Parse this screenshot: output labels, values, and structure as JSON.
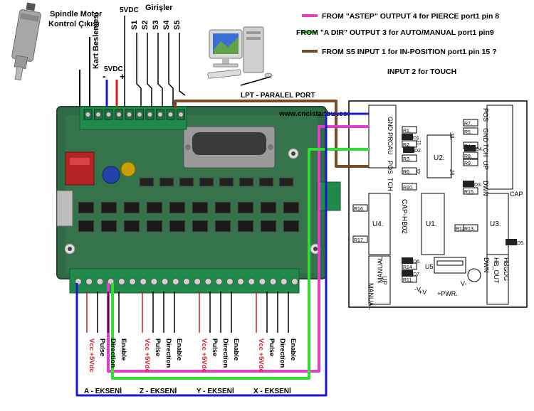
{
  "spindle": {
    "title": "Spindle Motor",
    "subtitle": "Kontrol Çıkışı"
  },
  "power_label": "Kart Beslemesi",
  "vdc_top": "5VDC",
  "vdc_left": "5VDC",
  "minus": "-",
  "plus": "+",
  "inputs_title": "Girişler",
  "inputs": [
    "S1",
    "S2",
    "S3",
    "S4",
    "S5"
  ],
  "lpt_label": "LPT - PARALEL PORT",
  "website": "www.cncistanbul.com",
  "legend": [
    {
      "text": "FROM \"ASTEP\" OUTPUT 4  for PIERCE  port1 pin 8",
      "color": "#e040c8"
    },
    {
      "text": "FROM \"A DIR\"  OUTPUT 3  for AUTO/MANUAL  port1 pin9",
      "color": "#33dd33"
    },
    {
      "text": "FROM      S5    INPUT 1  for IN-POSITION  port1 pin 15 ?",
      "color": "#7a4a22"
    },
    {
      "text": "INPUT 2  for TOUCH",
      "color": ""
    }
  ],
  "axes": [
    {
      "name": "A - EKSENİ",
      "pins": [
        "Vcc +5Vdc",
        "Pulse",
        "Direction",
        "Enable"
      ]
    },
    {
      "name": "Z - EKSENİ",
      "pins": [
        "Vcc +5Vdc",
        "Pulse",
        "Direction",
        "Enable"
      ]
    },
    {
      "name": "Y - EKSENİ",
      "pins": [
        "Vcc +5Vdc",
        "Pulse",
        "Direction",
        "Enable"
      ]
    },
    {
      "name": "X - EKSENİ",
      "pins": [
        "Vcc +5Vdc",
        "Pulse",
        "Direction",
        "Enable"
      ]
    }
  ],
  "thc": {
    "board_name": "CAP-HB02",
    "top_pins": [
      "GND",
      "PRCAU",
      "POS",
      "TCH"
    ],
    "right_pins": [
      "POS",
      "GND",
      "TCH",
      "UP",
      "DWN"
    ],
    "bottom_pins": [
      "MANUAL",
      "UP"
    ],
    "right_bottom_pins": [
      "DWN",
      "HB_OUT",
      "HBGDG"
    ],
    "chips": [
      "U2.",
      "U4.",
      "U1.",
      "U3.",
      "U5."
    ],
    "jumpers": [
      "J1.",
      "J2.",
      "J3.",
      "J4."
    ],
    "resistors": [
      "R1.",
      "R2.",
      "R3.",
      "R4.",
      "R5.",
      "R6.",
      "R7.",
      "R8.",
      "R9.",
      "R10.",
      "R11.",
      "R12.",
      "R13.",
      "R14.",
      "R15.",
      "R16.",
      "R17."
    ],
    "diodes": [
      "D1.",
      "D2.",
      "D3.",
      "D4.",
      "D5.",
      "D6.",
      "D7."
    ],
    "cap_label": "CAP",
    "power_labels": [
      "+V",
      "+PWR.",
      "-V",
      "V-"
    ]
  },
  "colors": {
    "pink": "#e040c8",
    "green": "#33dd33",
    "brown": "#7a4a22",
    "blue": "#1a1acc",
    "red": "#d02020",
    "pcb": "#2f6b45"
  }
}
